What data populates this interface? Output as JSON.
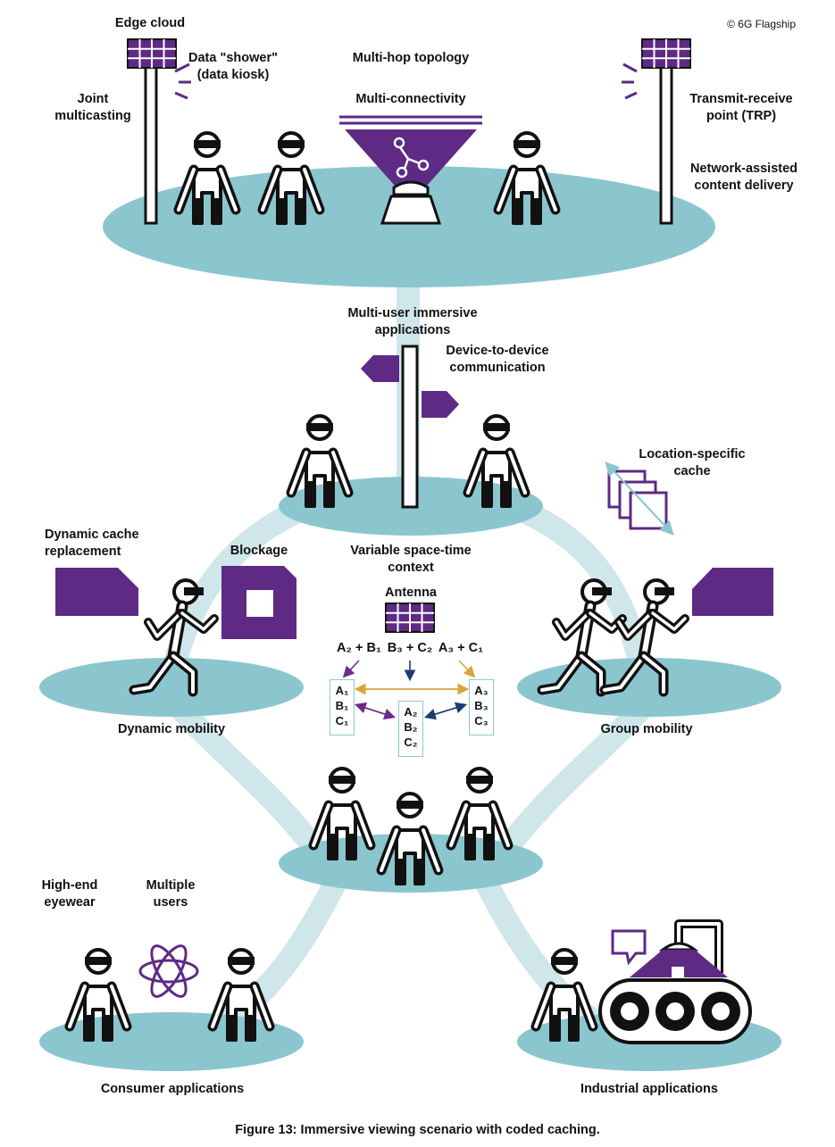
{
  "copyright": "© 6G Flagship",
  "caption": "Figure 13: Immersive viewing scenario with coded caching.",
  "colors": {
    "platform": "#8bc6cf",
    "link": "#cfe6ea",
    "purple": "#5e2a84",
    "figure": "#111111",
    "arrow_gold": "#d9a53a",
    "arrow_purple": "#6a2b8c",
    "arrow_navy": "#1f3b73"
  },
  "top": {
    "edge_cloud": "Edge cloud",
    "data_shower": "Data \"shower\"\n(data kiosk)",
    "joint_multicasting": "Joint\nmulticasting",
    "multi_hop": "Multi-hop topology",
    "multi_connectivity": "Multi-connectivity",
    "trp": "Transmit-receive\npoint (TRP)",
    "network_assisted": "Network-assisted\ncontent delivery"
  },
  "middle": {
    "multi_user": "Multi-user immersive\napplications",
    "d2d": "Device-to-device\ncommunication",
    "location_cache": "Location-specific\ncache",
    "dynamic_cache": "Dynamic cache\nreplacement",
    "blockage": "Blockage",
    "variable_context": "Variable space-time\ncontext",
    "antenna": "Antenna",
    "dynamic_mobility": "Dynamic mobility",
    "group_mobility": "Group mobility"
  },
  "coded": {
    "tx1": "A₂ + B₁",
    "tx2": "B₃ + C₂",
    "tx3": "A₃ + C₁",
    "cache1": "A₁\nB₁\nC₁",
    "cache2": "A₂\nB₂\nC₂",
    "cache3": "A₃\nB₃\nC₃"
  },
  "bottom": {
    "high_end": "High-end\neyewear",
    "multiple_users": "Multiple\nusers",
    "consumer": "Consumer applications",
    "industrial": "Industrial applications"
  }
}
